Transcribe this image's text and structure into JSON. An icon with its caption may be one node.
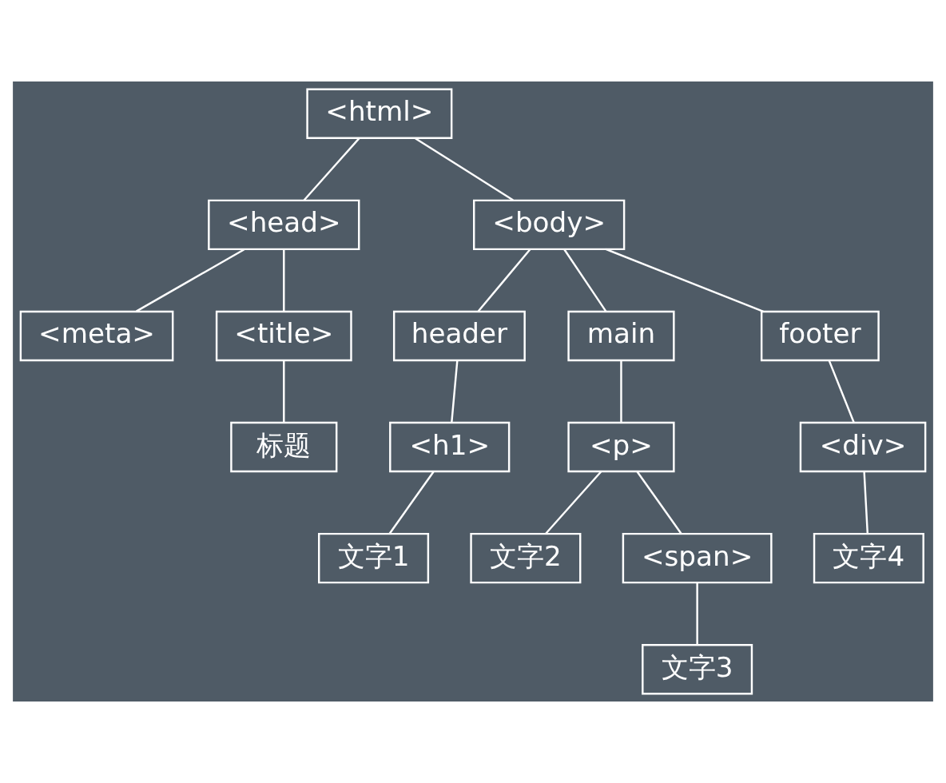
{
  "diagram": {
    "nodes": [
      {
        "text": [
          "<html>"
        ]
      },
      {
        "text": [
          "<head>"
        ]
      },
      {
        "text": [
          "<body>"
        ]
      },
      {
        "text": [
          "<meta>"
        ]
      },
      {
        "text": [
          "<title>"
        ]
      },
      {
        "text": [
          "header"
        ]
      },
      {
        "text": [
          "main"
        ]
      },
      {
        "text": [
          "footer"
        ]
      },
      {
        "text": [
          "标题"
        ]
      },
      {
        "text": [
          "<h1>"
        ]
      },
      {
        "text": [
          "<p>"
        ]
      },
      {
        "text": [
          "<div>"
        ]
      },
      {
        "text": [
          "文字1"
        ]
      },
      {
        "text": [
          "文字2"
        ]
      },
      {
        "text": [
          "<span>"
        ]
      },
      {
        "text": [
          "文字4"
        ]
      },
      {
        "text": [
          "文字3"
        ]
      }
    ],
    "edges": [
      {
        "from": 0,
        "to": 1,
        "arrow": "none"
      },
      {
        "from": 0,
        "to": 2,
        "arrow": "none"
      },
      {
        "from": 1,
        "to": 3,
        "arrow": "none"
      },
      {
        "from": 1,
        "to": 4,
        "arrow": "none"
      },
      {
        "from": 2,
        "to": 5,
        "arrow": "none"
      },
      {
        "from": 2,
        "to": 6,
        "arrow": "none"
      },
      {
        "from": 2,
        "to": 7,
        "arrow": "none"
      },
      {
        "from": 4,
        "to": 8,
        "arrow": "none"
      },
      {
        "from": 5,
        "to": 9,
        "arrow": "none"
      },
      {
        "from": 6,
        "to": 10,
        "arrow": "none"
      },
      {
        "from": 7,
        "to": 11,
        "arrow": "none"
      },
      {
        "from": 9,
        "to": 12,
        "arrow": "none"
      },
      {
        "from": 10,
        "to": 13,
        "arrow": "none"
      },
      {
        "from": 10,
        "to": 14,
        "arrow": "none"
      },
      {
        "from": 11,
        "to": 15,
        "arrow": "none"
      },
      {
        "from": 14,
        "to": 16,
        "arrow": "none"
      }
    ]
  }
}
